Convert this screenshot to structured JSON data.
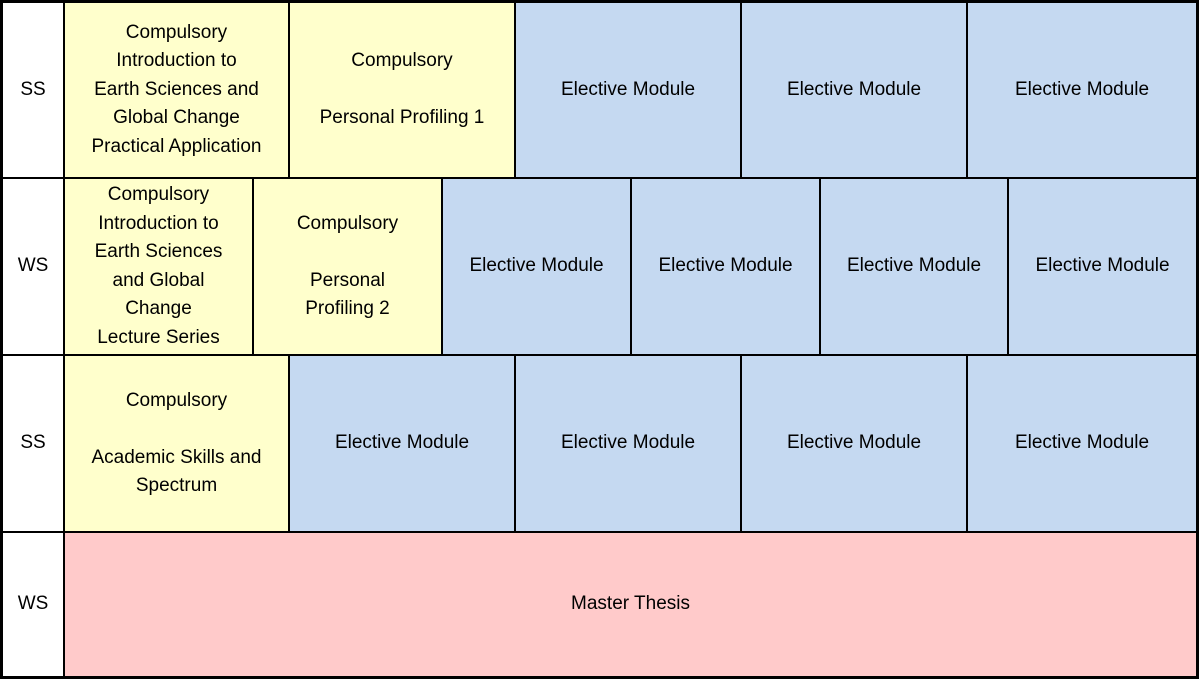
{
  "palette": {
    "compulsory_yellow": "#FFFFCC",
    "elective_blue": "#C5D9F1",
    "thesis_pink": "#FFCACA",
    "border_black": "#000000",
    "semester_white": "#FFFFFF"
  },
  "rows": [
    {
      "semester": "SS",
      "cells": [
        {
          "kind": "compulsory",
          "text": "Compulsory\nIntroduction to\nEarth Sciences and\nGlobal Change\nPractical Application"
        },
        {
          "kind": "compulsory",
          "text": "Compulsory\n\nPersonal Profiling 1"
        },
        {
          "kind": "elective",
          "text": "Elective Module"
        },
        {
          "kind": "elective",
          "text": "Elective Module"
        },
        {
          "kind": "elective",
          "text": "Elective Module"
        }
      ]
    },
    {
      "semester": "WS",
      "cells": [
        {
          "kind": "compulsory",
          "text": "Compulsory\nIntroduction to\nEarth Sciences\nand Global\nChange\nLecture Series"
        },
        {
          "kind": "compulsory",
          "text": "Compulsory\n\nPersonal\nProfiling 2"
        },
        {
          "kind": "elective",
          "text": "Elective Module"
        },
        {
          "kind": "elective",
          "text": "Elective Module"
        },
        {
          "kind": "elective",
          "text": "Elective Module"
        },
        {
          "kind": "elective",
          "text": "Elective Module"
        }
      ]
    },
    {
      "semester": "SS",
      "cells": [
        {
          "kind": "compulsory",
          "text": "Compulsory\n\nAcademic Skills and\nSpectrum"
        },
        {
          "kind": "elective",
          "text": "Elective Module"
        },
        {
          "kind": "elective",
          "text": "Elective Module"
        },
        {
          "kind": "elective",
          "text": "Elective Module"
        },
        {
          "kind": "elective",
          "text": "Elective Module"
        }
      ]
    },
    {
      "semester": "WS",
      "cells": [
        {
          "kind": "thesis",
          "text": "Master Thesis"
        }
      ]
    }
  ]
}
